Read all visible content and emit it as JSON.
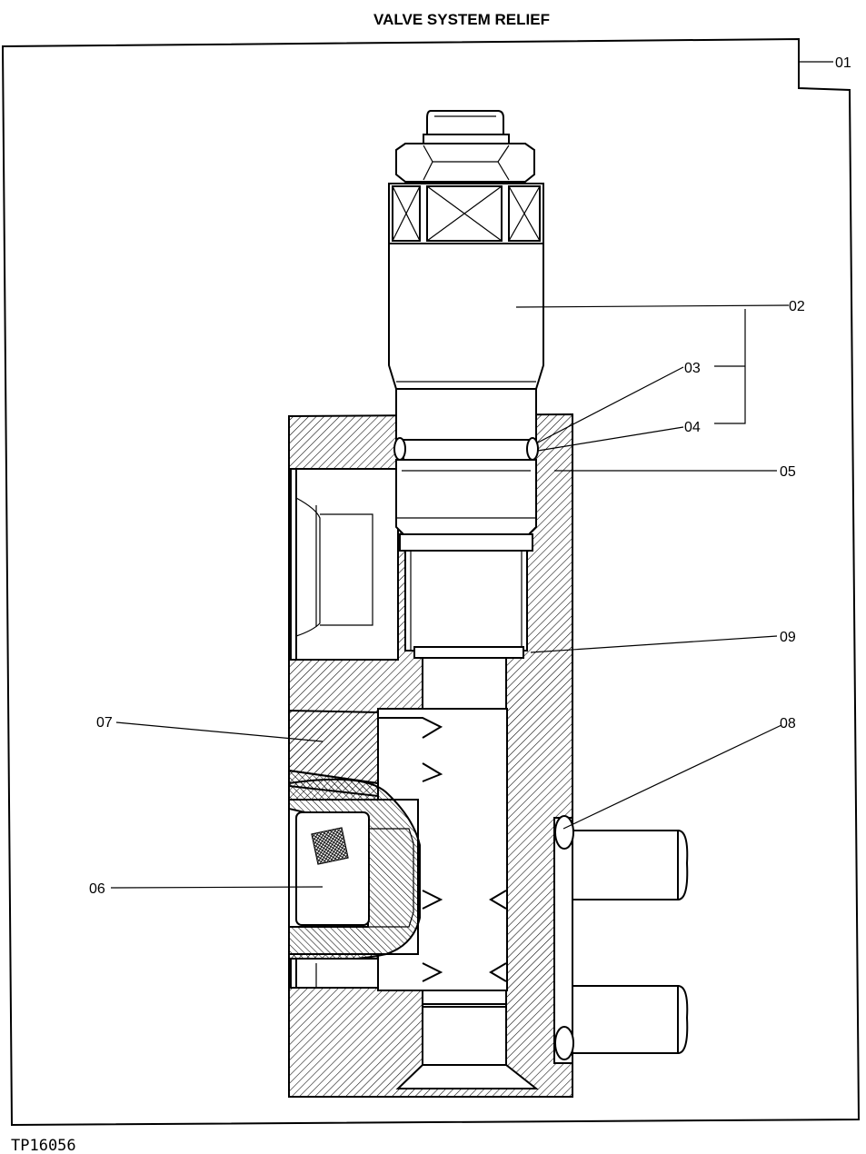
{
  "title": "VALVE SYSTEM RELIEF",
  "figure_id": "TP16056",
  "callouts": {
    "c01": "01",
    "c02": "02",
    "c03": "03",
    "c04": "04",
    "c05": "05",
    "c06": "06",
    "c07": "07",
    "c08": "08",
    "c09": "09"
  }
}
